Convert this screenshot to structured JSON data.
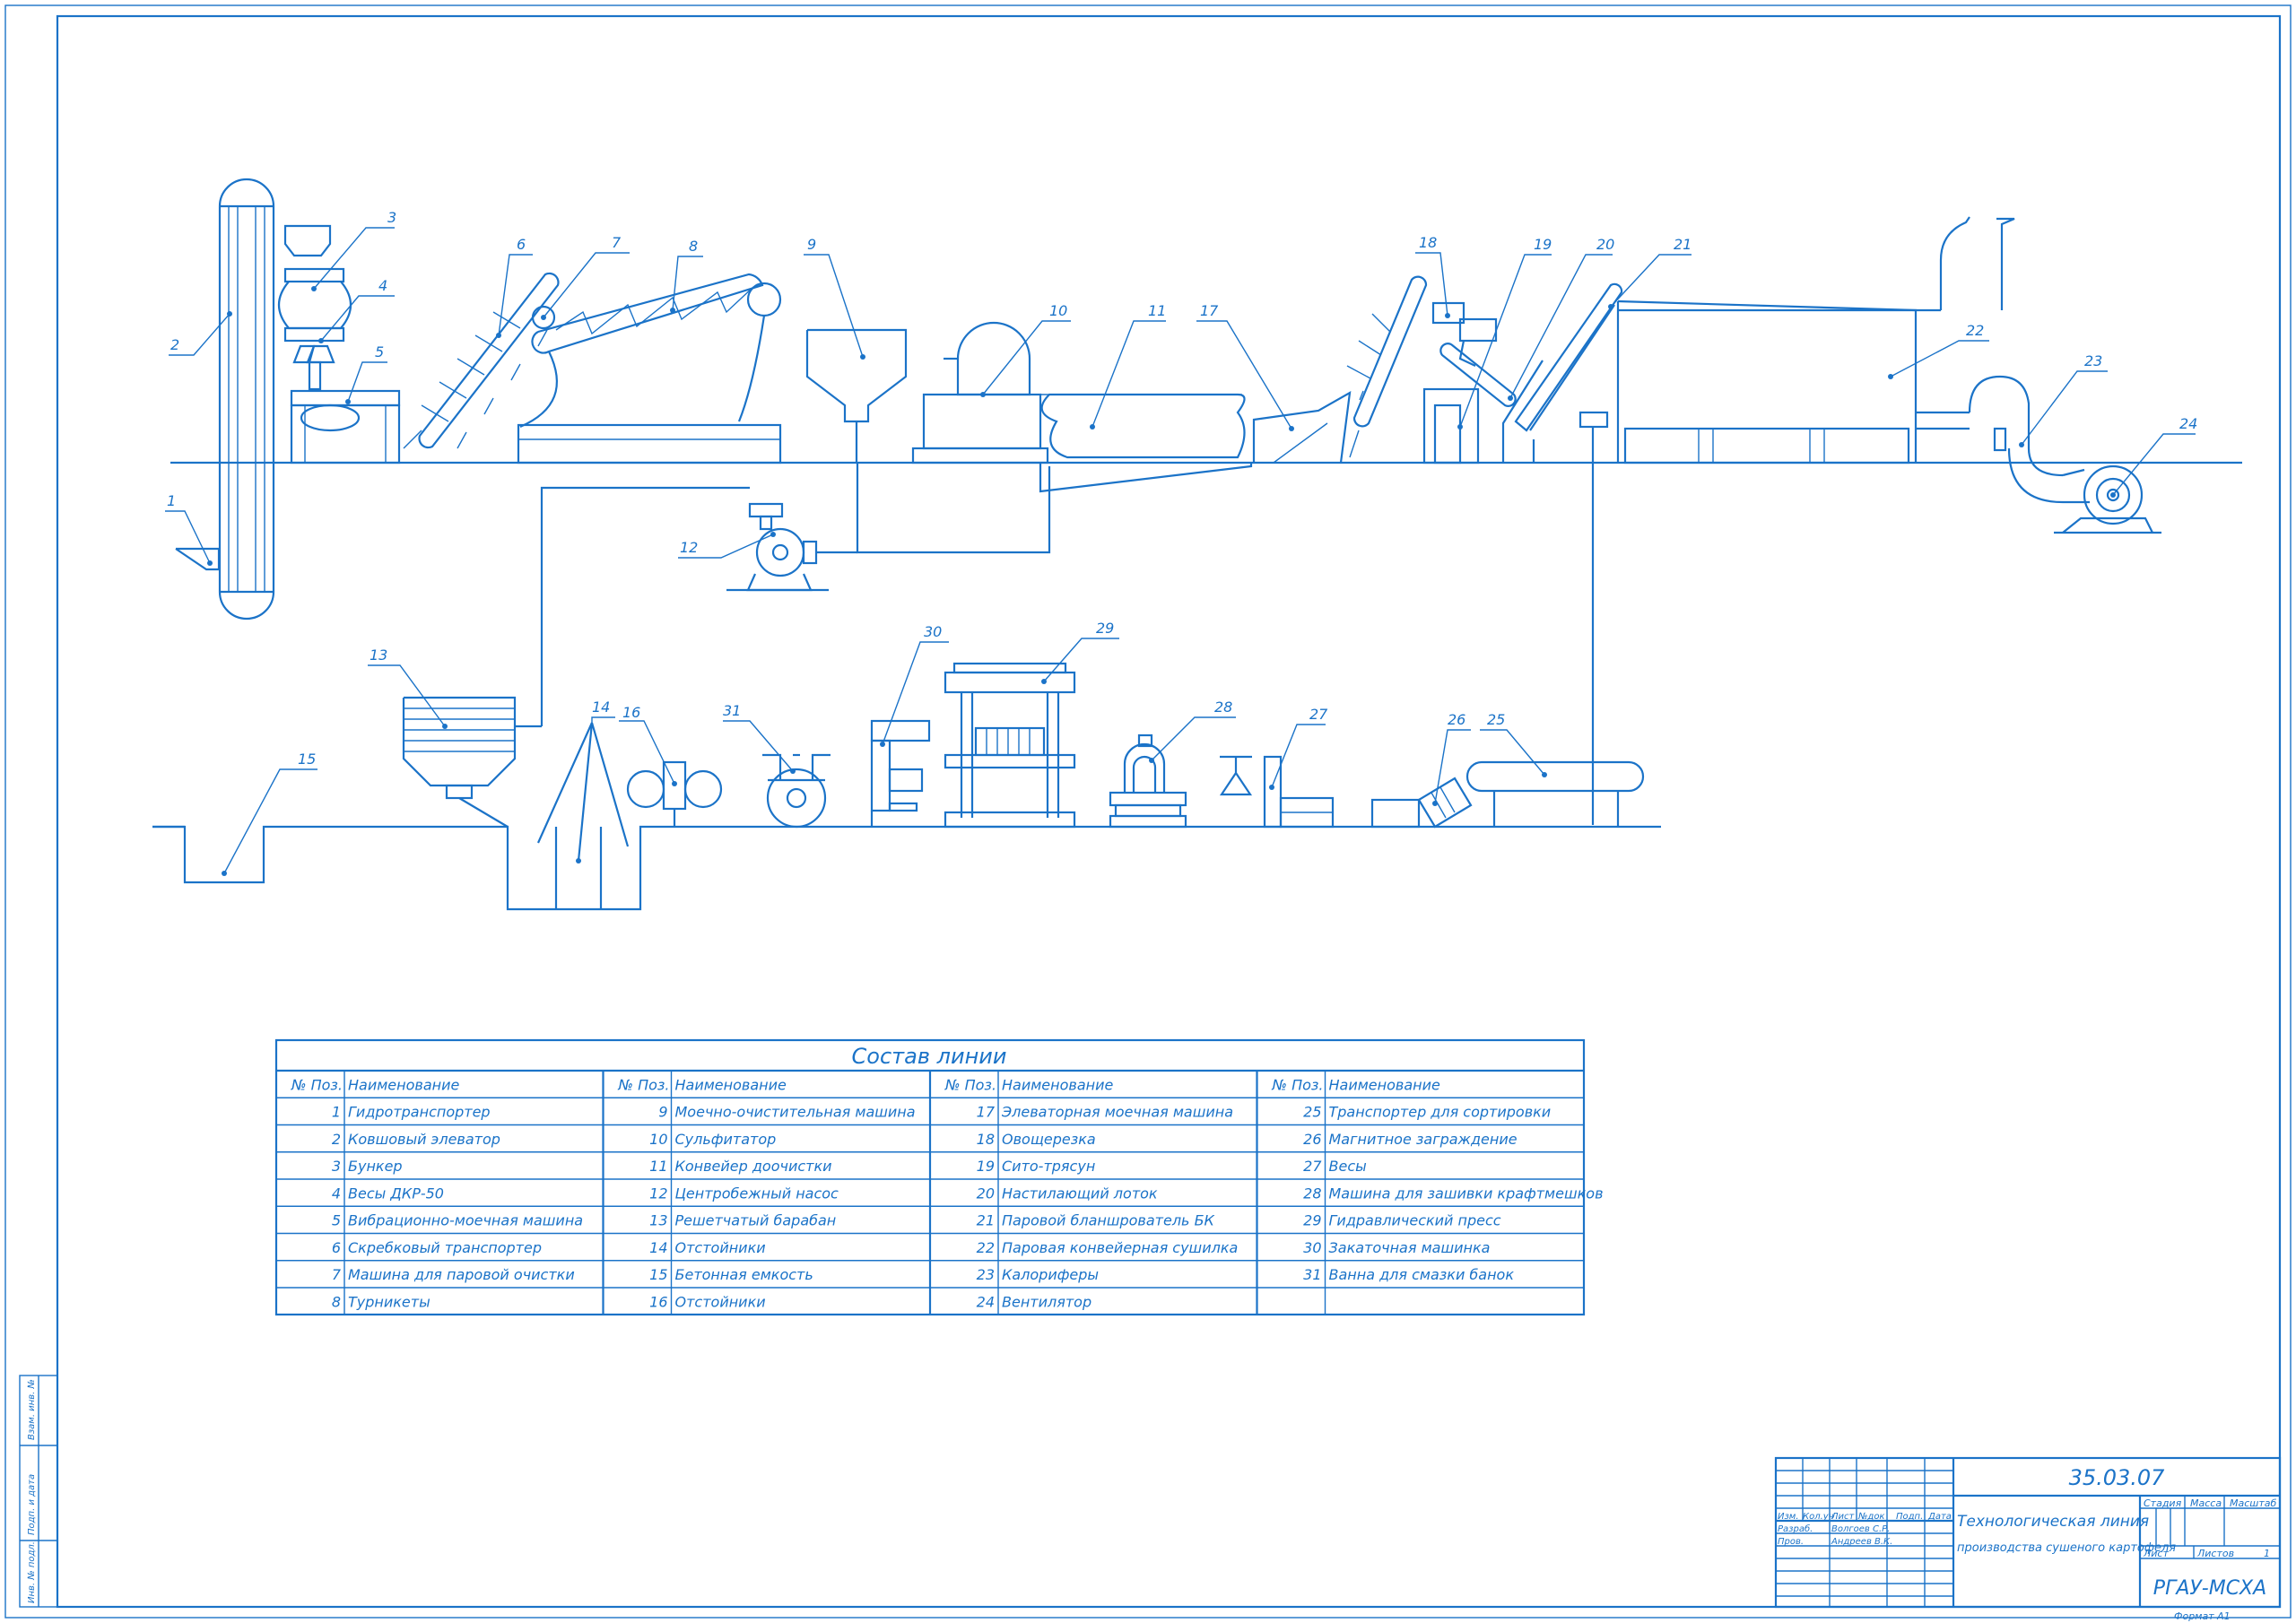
{
  "colors": {
    "line": "#1b73c8",
    "background": "#ffffff"
  },
  "diagram": {
    "positions": [
      "1",
      "2",
      "3",
      "4",
      "5",
      "6",
      "7",
      "8",
      "9",
      "10",
      "11",
      "12",
      "13",
      "14",
      "15",
      "16",
      "17",
      "18",
      "19",
      "20",
      "21",
      "22",
      "23",
      "24",
      "25",
      "26",
      "27",
      "28",
      "29",
      "30",
      "31"
    ]
  },
  "table": {
    "title": "Состав линии",
    "col_no": "№ Поз.",
    "col_name": "Наименование",
    "rows": [
      [
        {
          "no": "1",
          "name": "Гидротранспортер"
        },
        {
          "no": "9",
          "name": "Моечно-очистительная машина"
        },
        {
          "no": "17",
          "name": "Элеваторная моечная машина"
        },
        {
          "no": "25",
          "name": "Транспортер для сортировки"
        }
      ],
      [
        {
          "no": "2",
          "name": "Ковшовый элеватор"
        },
        {
          "no": "10",
          "name": "Сульфитатор"
        },
        {
          "no": "18",
          "name": "Овощерезка"
        },
        {
          "no": "26",
          "name": "Магнитное заграждение"
        }
      ],
      [
        {
          "no": "3",
          "name": "Бункер"
        },
        {
          "no": "11",
          "name": "Конвейер доочистки"
        },
        {
          "no": "19",
          "name": "Сито-трясун"
        },
        {
          "no": "27",
          "name": "Весы"
        }
      ],
      [
        {
          "no": "4",
          "name": "Весы ДКР-50"
        },
        {
          "no": "12",
          "name": "Центробежный насос"
        },
        {
          "no": "20",
          "name": "Настилающий лоток"
        },
        {
          "no": "28",
          "name": "Машина для зашивки крафтмешков"
        }
      ],
      [
        {
          "no": "5",
          "name": "Вибрационно-моечная машина"
        },
        {
          "no": "13",
          "name": "Решетчатый барабан"
        },
        {
          "no": "21",
          "name": "Паровой бланшрователь БК"
        },
        {
          "no": "29",
          "name": "Гидравлический пресс"
        }
      ],
      [
        {
          "no": "6",
          "name": "Скребковый транспортер"
        },
        {
          "no": "14",
          "name": "Отстойники"
        },
        {
          "no": "22",
          "name": "Паровая конвейерная сушилка"
        },
        {
          "no": "30",
          "name": "Закаточная машинка"
        }
      ],
      [
        {
          "no": "7",
          "name": "Машина для паровой очистки"
        },
        {
          "no": "15",
          "name": "Бетонная емкость"
        },
        {
          "no": "23",
          "name": "Калориферы"
        },
        {
          "no": "31",
          "name": "Ванна для смазки банок"
        }
      ],
      [
        {
          "no": "8",
          "name": "Турникеты"
        },
        {
          "no": "16",
          "name": "Отстойники"
        },
        {
          "no": "24",
          "name": "Вентилятор"
        },
        {
          "no": "",
          "name": ""
        }
      ]
    ]
  },
  "title_block": {
    "code": "35.03.07",
    "title_line1": "Технологическая линия",
    "title_line2": "производства сушеного картофеля",
    "org": "РГАУ-МСХА",
    "hdr_izm": "Изм.",
    "hdr_koluch": "Кол.уч",
    "hdr_list": "Лист",
    "hdr_ndok": "№док",
    "hdr_podp": "Подп.",
    "hdr_data": "Дата",
    "razrab_label": "Разраб.",
    "razrab_name": "Волгоев С.Р.",
    "prov_label": "Пров.",
    "prov_name": "Андреев В.К.",
    "stadiya": "Стадия",
    "massa": "Масса",
    "masshtab": "Масштаб",
    "sheet_label": "Лист",
    "sheets_label": "Листов",
    "sheets_value": "1",
    "format": "Формат   А1"
  },
  "side_stamp": {
    "inv_podl": "Инв. № подл.",
    "podp_data": "Подп. и дата",
    "vzam_inv": "Взам. инв. №"
  }
}
